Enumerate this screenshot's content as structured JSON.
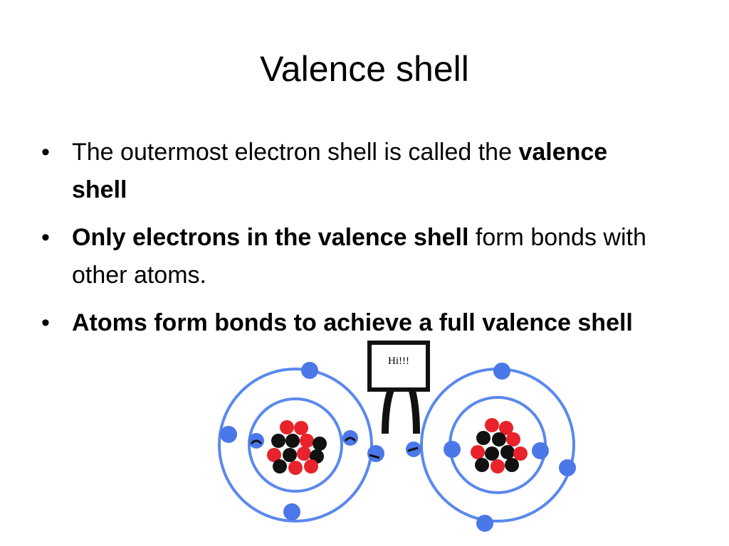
{
  "slide": {
    "title": "Valence shell",
    "bullets": [
      {
        "parts": [
          {
            "text": "The outermost electron shell is called the ",
            "bold": false
          },
          {
            "text": "valence shell",
            "bold": true
          }
        ]
      },
      {
        "parts": [
          {
            "text": "Only electrons in the valence shell",
            "bold": true
          },
          {
            "text": " form bonds with other atoms.",
            "bold": false
          }
        ]
      },
      {
        "parts": [
          {
            "text": "Atoms form bonds to achieve a full valence shell",
            "bold": true
          }
        ]
      }
    ],
    "sign_text": "Hi!!!"
  },
  "colors": {
    "electron": "#4a78e8",
    "shell": "#5a88ee",
    "proton": "#e8232b",
    "neutron": "#111111"
  }
}
